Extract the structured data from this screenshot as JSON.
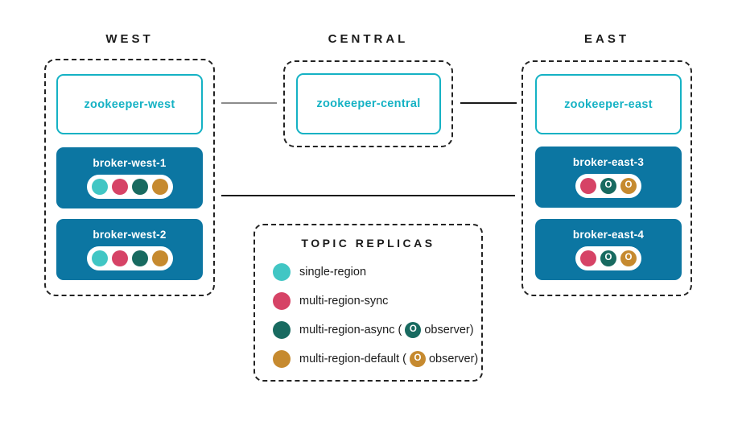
{
  "observer_letter": "O",
  "colors": {
    "teal_outline": "#15b2c4",
    "broker_blue": "#0c76a2",
    "dot_single_region": "#41c6c4",
    "dot_multi_region_sync": "#d64366",
    "dot_multi_region_async": "#186a60",
    "dot_multi_region_default": "#c68a2f",
    "line_gray": "#8c8c8c",
    "line_black": "#1a1a1a",
    "dashed_border": "#232323"
  },
  "regions": [
    {
      "label": "WEST",
      "zookeeper": "zookeeper-west",
      "brokers": [
        {
          "name": "broker-west-1",
          "replicas": [
            "single-region",
            "multi-region-sync",
            "multi-region-async",
            "multi-region-default"
          ]
        },
        {
          "name": "broker-west-2",
          "replicas": [
            "single-region",
            "multi-region-sync",
            "multi-region-async",
            "multi-region-default"
          ]
        }
      ]
    },
    {
      "label": "CENTRAL",
      "zookeeper": "zookeeper-central",
      "brokers": []
    },
    {
      "label": "EAST",
      "zookeeper": "zookeeper-east",
      "brokers": [
        {
          "name": "broker-east-3",
          "replicas": [
            "multi-region-sync",
            "multi-region-async (observer)",
            "multi-region-default (observer)"
          ]
        },
        {
          "name": "broker-east-4",
          "replicas": [
            "multi-region-sync",
            "multi-region-async (observer)",
            "multi-region-default (observer)"
          ]
        }
      ]
    }
  ],
  "legend": {
    "title": "TOPIC REPLICAS",
    "items": [
      {
        "label": "single-region",
        "color": "#41c6c4"
      },
      {
        "label": "multi-region-sync",
        "color": "#d64366"
      },
      {
        "prefix": "multi-region-async (",
        "suffix": "observer)",
        "color": "#186a60"
      },
      {
        "prefix": "multi-region-default (",
        "suffix": "observer)",
        "color": "#c68a2f"
      }
    ]
  }
}
